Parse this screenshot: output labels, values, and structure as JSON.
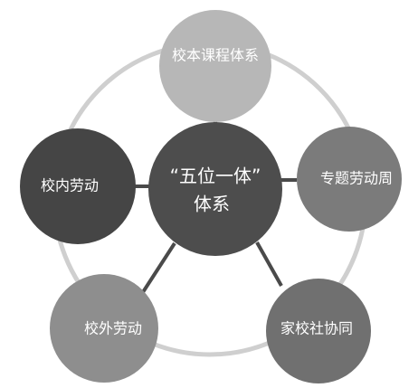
{
  "center": {
    "line1": "“五位一体”",
    "line2": "体系",
    "color": "#4d4d4d"
  },
  "nodes": {
    "top": {
      "label": "校本课程体系",
      "color": "#b7b7b7"
    },
    "right": {
      "label": "专题劳动周",
      "color": "#7b7b7b"
    },
    "left": {
      "label": "校内劳动",
      "color": "#454545"
    },
    "bottom_left": {
      "label": "校外劳动",
      "color": "#8e8e8e"
    },
    "bottom_right": {
      "label": "家校社协同",
      "color": "#707070"
    }
  },
  "ring_color": "#cfcfcf",
  "connector_color": "#4a4a4a"
}
